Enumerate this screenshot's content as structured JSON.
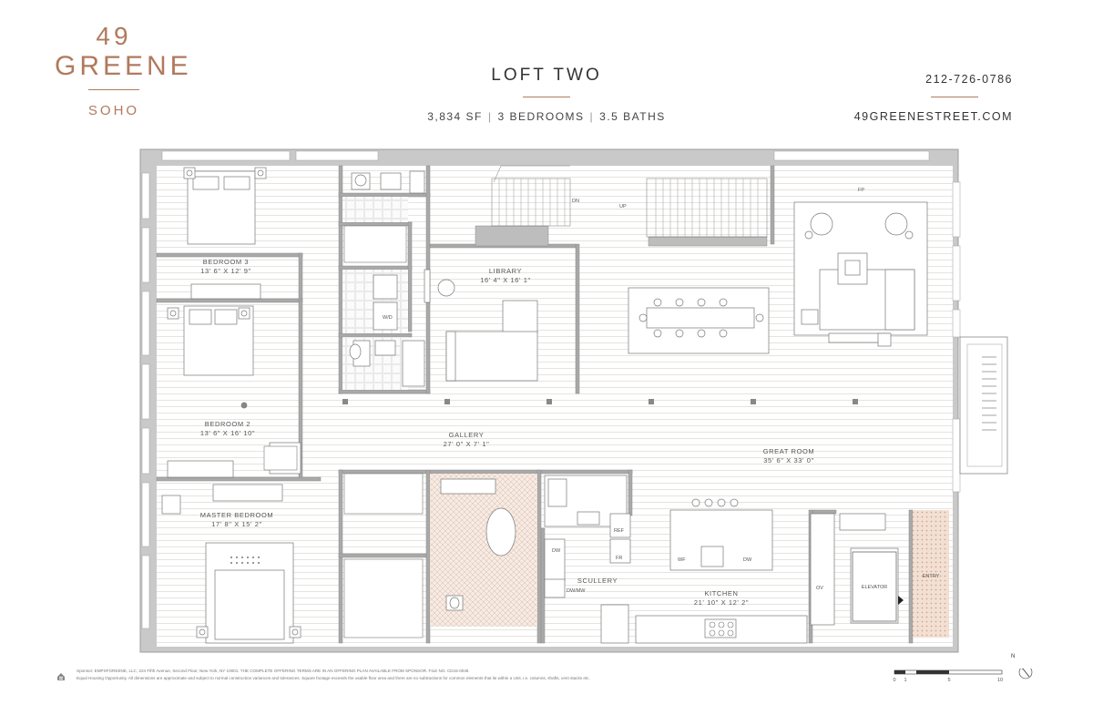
{
  "brand": {
    "number": "49",
    "name": "GREENE",
    "neighborhood": "SOHO",
    "color": "#b07a5e"
  },
  "header": {
    "title": "LOFT TWO",
    "area": "3,834 SF",
    "bedrooms": "3 BEDROOMS",
    "baths": "3.5 BATHS"
  },
  "contact": {
    "phone": "212-726-0786",
    "website": "49GREENESTREET.COM"
  },
  "rooms": {
    "bedroom3": {
      "name": "BEDROOM 3",
      "dims": "13' 6\" X 12' 9\""
    },
    "bedroom2": {
      "name": "BEDROOM 2",
      "dims": "13' 6\" X 16' 10\""
    },
    "master": {
      "name": "MASTER BEDROOM",
      "dims": "17' 8\" X 15' 2\""
    },
    "library": {
      "name": "LIBRARY",
      "dims": "16' 4\" X 16' 1\""
    },
    "gallery": {
      "name": "GALLERY",
      "dims": "27' 0\" X 7' 1\""
    },
    "great_room": {
      "name": "GREAT ROOM",
      "dims": "35' 6\" X 33' 0\""
    },
    "kitchen": {
      "name": "KITCHEN",
      "dims": "21' 10\" X 12' 2\""
    },
    "scullery": {
      "name": "SCULLERY"
    },
    "elevator": {
      "name": "ELEVATOR"
    },
    "entry": {
      "name": "ENTRY"
    }
  },
  "fixture_labels": {
    "dn": "DN",
    "up": "UP",
    "fp": "FP",
    "wd": "W/D",
    "dw": "DW",
    "dw2": "DW",
    "wf": "WF",
    "ref": "REF",
    "fr": "FR",
    "ov": "OV",
    "dwmw": "DW/MW"
  },
  "footer": {
    "line1": "Sponsor: EMPSFGREENE, LLC, 224 Fifth Avenue, Second Floor, New York, NY 10001. THE COMPLETE OFFERING TERMS ARE IN AN OFFERING PLAN AVAILABLE FROM SPONSOR. FILE NO. CD15-0036",
    "line2": "Equal Housing Opportunity. All dimensions are approximate and subject to normal construction variances and tolerances. Square footage exceeds the usable floor area and there are no subtractions for common elements that lie within a Unit, i.e. columns, shafts, vent stacks etc."
  },
  "scale": {
    "ticks": [
      "0",
      "1",
      "5",
      "10"
    ],
    "north": "N"
  }
}
